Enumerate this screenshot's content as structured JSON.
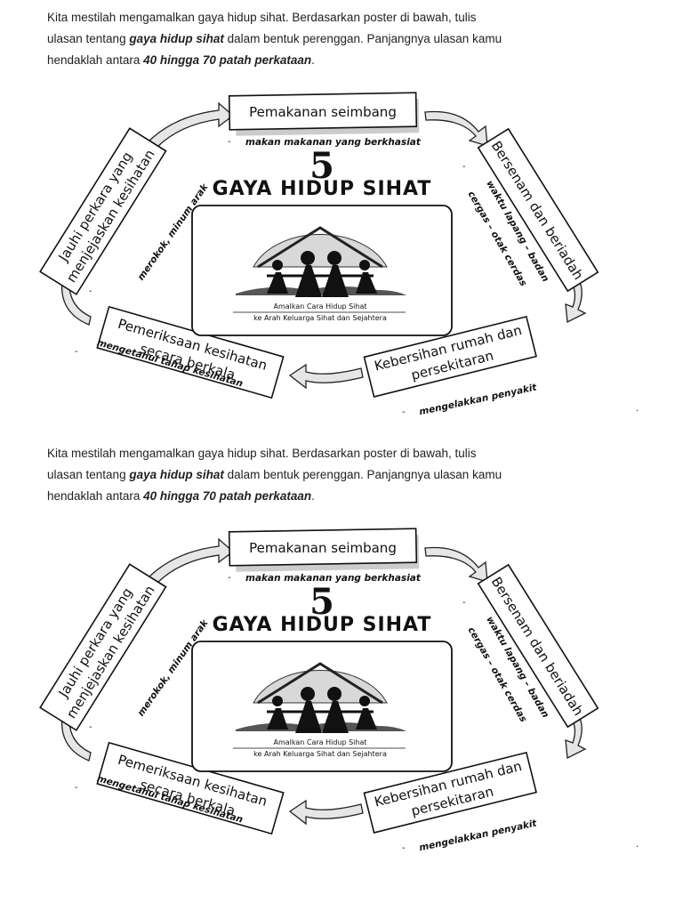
{
  "sections": [
    {
      "instruction": {
        "line1": "Kita mestilah mengamalkan gaya hidup sihat. Berdasarkan poster di bawah, tulis",
        "line2_pre": "ulasan tentang ",
        "line2_bold": "gaya hidup sihat",
        "line2_post": " dalam bentuk perenggan. Panjangnya ulasan kamu",
        "line3_pre": "hendaklah antara ",
        "line3_bold": "40 hingga 70 patah perkataan",
        "line3_post": "."
      }
    },
    {
      "instruction": {
        "line1": "Kita mestilah mengamalkan gaya hidup sihat. Berdasarkan poster di bawah, tulis",
        "line2_pre": "ulasan tentang ",
        "line2_bold": "gaya hidup sihat",
        "line2_post": " dalam bentuk perenggan. Panjangnya ulasan kamu",
        "line3_pre": "hendaklah antara ",
        "line3_bold": "40 hingga 70 patah perkataan",
        "line3_post": "."
      }
    }
  ],
  "poster": {
    "title_number": "5",
    "title_text": "GAYA HIDUP SIHAT",
    "logo_line1": "Amalkan Cara Hidup Sihat",
    "logo_line2": "ke Arah Keluarga Sihat dan Sejahtera",
    "boxes": {
      "top": "Pemakanan seimbang",
      "right_a": "Bersenam dan beriadah",
      "bottom_right_a": "Kebersihan rumah dan",
      "bottom_right_b": "persekitaran",
      "bottom_left_a": "Pemeriksaan kesihatan",
      "bottom_left_b": "secara berkala",
      "left_a": "Jauhi perkara yang",
      "left_b": "menjejaskan kesihatan"
    },
    "notes": {
      "top": "makan makanan yang berkhasiat",
      "right_a": "waktu lapang – badan",
      "right_b": "cergas – otak cerdas",
      "bottom_right": "mengelakkan penyakit",
      "bottom_left": "mengetahui tahap kesihatan",
      "left": "merokok, minum arak"
    },
    "dash": "-",
    "dot": "."
  }
}
